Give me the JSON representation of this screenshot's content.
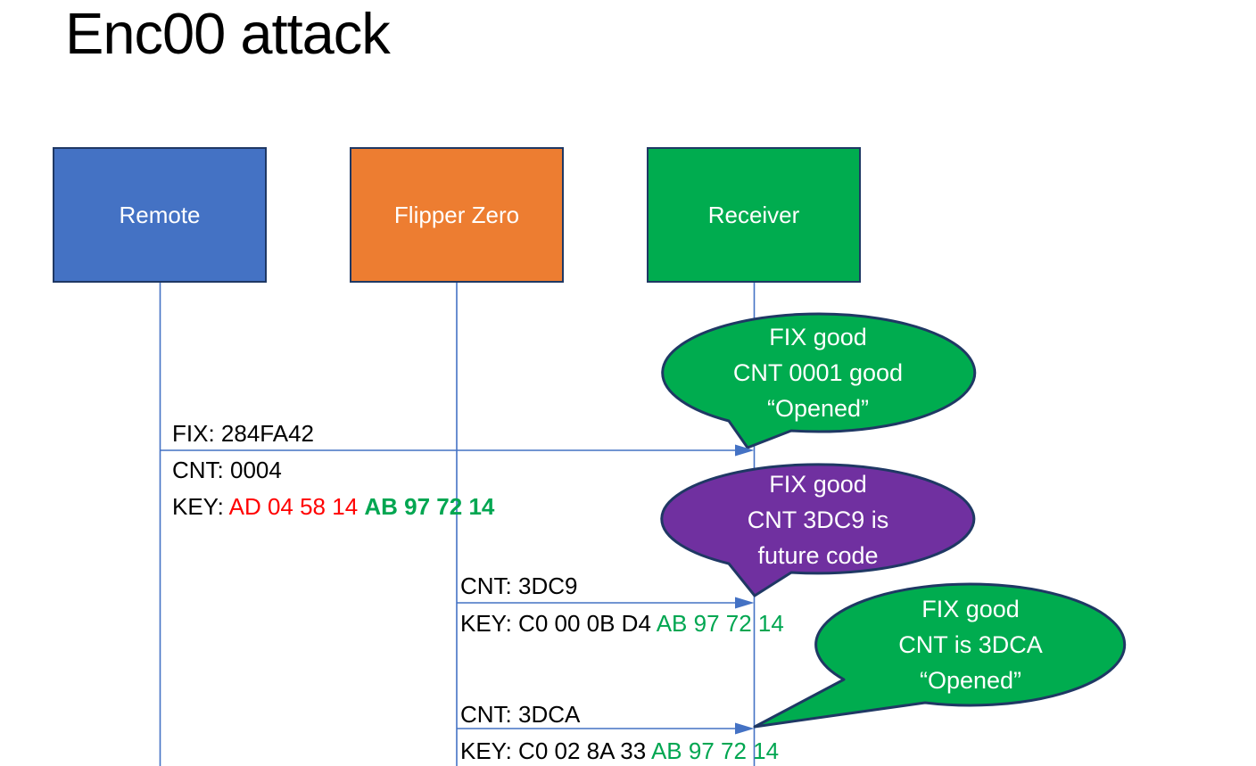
{
  "title": "Enc00 attack",
  "actors": [
    {
      "label": "Remote",
      "color": "#4472C4"
    },
    {
      "label": "Flipper Zero",
      "color": "#ED7D31"
    },
    {
      "label": "Receiver",
      "color": "#00AC4F"
    }
  ],
  "messages": {
    "m1": {
      "fix": "FIX: 284FA42",
      "cnt": "CNT: 0004",
      "key_prefix": "KEY: ",
      "key_red": "AD 04 58 14 ",
      "key_green": "AB 97 72 14"
    },
    "m2": {
      "cnt": "CNT: 3DC9",
      "key_prefix": "KEY: C0 00 0B D4 ",
      "key_green": "AB 97 72 14"
    },
    "m3": {
      "cnt": "CNT: 3DCA",
      "key_prefix": "KEY: C0 02 8A 33 ",
      "key_green": "AB 97 72 14"
    }
  },
  "bubbles": [
    {
      "line1": "FIX good",
      "line2": "CNT 0001 good",
      "line3": "“Opened”",
      "color": "#00AC4F"
    },
    {
      "line1": "FIX good",
      "line2": "CNT 3DC9 is",
      "line3": "future code",
      "color": "#7030A0"
    },
    {
      "line1": "FIX good",
      "line2": "CNT is 3DCA",
      "line3": "“Opened”",
      "color": "#00AC4F"
    }
  ],
  "colors": {
    "actor_blue": "#4472C4",
    "actor_orange": "#ED7D31",
    "green": "#00AC4F",
    "purple": "#7030A0",
    "outline_navy": "#1F3864",
    "connector_blue": "#4472C4",
    "key_red": "#FF0000",
    "key_green": "#00A651",
    "text_black": "#000000",
    "background": "#FFFFFF"
  }
}
